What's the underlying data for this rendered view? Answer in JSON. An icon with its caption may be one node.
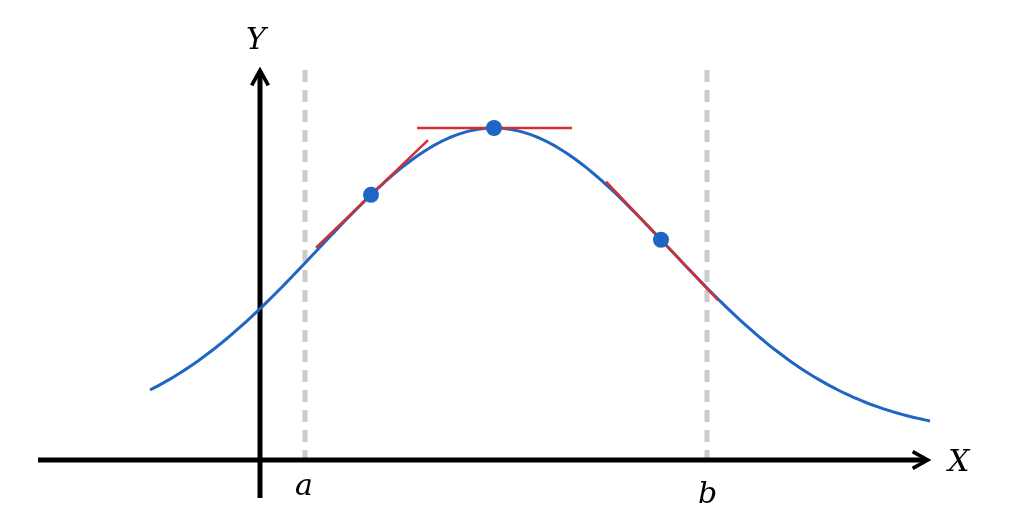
{
  "diagram": {
    "labels": [
      "Y",
      "X",
      "a",
      "b"
    ]
  }
}
